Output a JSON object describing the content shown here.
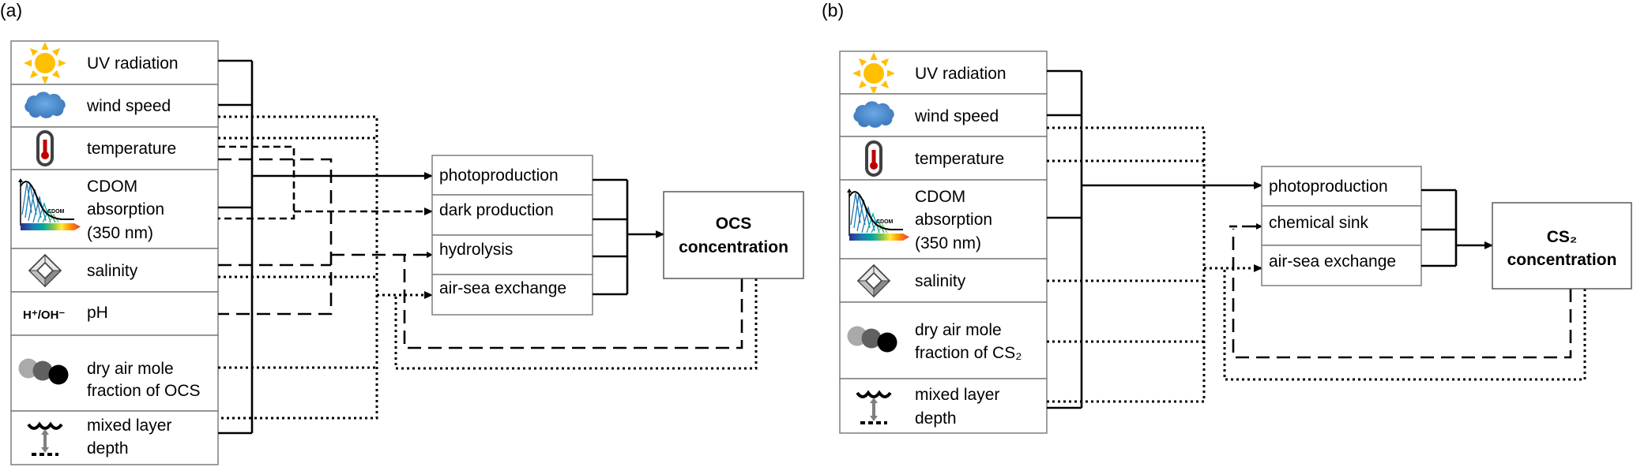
{
  "panels": [
    {
      "label": "(a)",
      "drivers": [
        {
          "icon": "sun-icon",
          "lines": [
            "UV radiation"
          ]
        },
        {
          "icon": "cloud-icon",
          "lines": [
            "wind speed"
          ]
        },
        {
          "icon": "thermometer-icon",
          "lines": [
            "temperature"
          ]
        },
        {
          "icon": "cdom-spectrum-icon",
          "icon_text": "CDOM",
          "lines": [
            "CDOM",
            "absorption",
            "(350 nm)"
          ]
        },
        {
          "icon": "salt-crystal-icon",
          "lines": [
            "salinity"
          ]
        },
        {
          "icon": "ion-icon",
          "icon_text": "H⁺/OH⁻",
          "lines": [
            "pH"
          ]
        },
        {
          "icon": "gas-molecules-icon",
          "lines": [
            "dry air mole",
            "fraction of OCS"
          ]
        },
        {
          "icon": "mixed-layer-icon",
          "lines": [
            "mixed layer",
            "depth"
          ]
        }
      ],
      "processes": [
        "photoproduction",
        "dark production",
        "hydrolysis",
        "air-sea exchange"
      ],
      "output": [
        "OCS",
        "concentration"
      ],
      "connections": [
        {
          "style": "solid",
          "from": [
            "UV radiation",
            "wind speed",
            "CDOM absorption (350 nm)",
            "mixed layer depth"
          ],
          "to": "photoproduction"
        },
        {
          "style": "short-dashed",
          "from": [
            "temperature",
            "CDOM absorption (350 nm)"
          ],
          "to": "dark production"
        },
        {
          "style": "long-dashed",
          "from": [
            "temperature",
            "salinity",
            "pH",
            "OCS concentration"
          ],
          "to": "hydrolysis"
        },
        {
          "style": "dotted",
          "from": [
            "wind speed",
            "temperature",
            "salinity",
            "dry air mole fraction of OCS",
            "mixed layer depth",
            "OCS concentration"
          ],
          "to": "air-sea exchange"
        },
        {
          "style": "solid",
          "from": [
            "photoproduction",
            "dark production",
            "hydrolysis",
            "air-sea exchange"
          ],
          "to": "OCS concentration"
        }
      ]
    },
    {
      "label": "(b)",
      "drivers": [
        {
          "icon": "sun-icon",
          "lines": [
            "UV radiation"
          ]
        },
        {
          "icon": "cloud-icon",
          "lines": [
            "wind speed"
          ]
        },
        {
          "icon": "thermometer-icon",
          "lines": [
            "temperature"
          ]
        },
        {
          "icon": "cdom-spectrum-icon",
          "icon_text": "CDOM",
          "lines": [
            "CDOM",
            "absorption",
            "(350 nm)"
          ]
        },
        {
          "icon": "salt-crystal-icon",
          "lines": [
            "salinity"
          ]
        },
        {
          "icon": "gas-molecules-icon",
          "lines": [
            "dry air mole",
            "fraction of CS₂"
          ]
        },
        {
          "icon": "mixed-layer-icon",
          "lines": [
            "mixed layer",
            "depth"
          ]
        }
      ],
      "processes": [
        "photoproduction",
        "chemical sink",
        "air-sea exchange"
      ],
      "output": [
        "CS₂",
        "concentration"
      ],
      "connections": [
        {
          "style": "solid",
          "from": [
            "UV radiation",
            "wind speed",
            "CDOM absorption (350 nm)",
            "mixed layer depth"
          ],
          "to": "photoproduction"
        },
        {
          "style": "long-dashed",
          "from": [
            "CS₂ concentration"
          ],
          "to": "chemical sink"
        },
        {
          "style": "dotted",
          "from": [
            "wind speed",
            "temperature",
            "salinity",
            "dry air mole fraction of CS₂",
            "mixed layer depth",
            "CS₂ concentration"
          ],
          "to": "air-sea exchange"
        },
        {
          "style": "solid",
          "from": [
            "photoproduction",
            "chemical sink",
            "air-sea exchange"
          ],
          "to": "CS₂ concentration"
        }
      ]
    }
  ],
  "colors": {
    "sun": "#FFC000",
    "cloud": "#4A86C8",
    "thermometer_fill": "#C00000",
    "gas_light": "#AAAAAA",
    "gas_mid": "#606060",
    "gas_dark": "#000000",
    "border": "#7F7F7F",
    "line": "#000000"
  }
}
